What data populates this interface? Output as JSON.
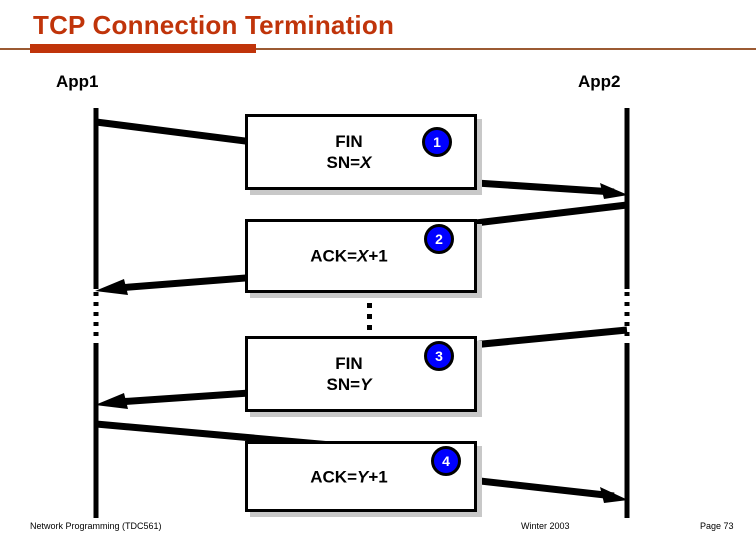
{
  "slide": {
    "title": "TCP Connection Termination",
    "accent_color": "#C0340A",
    "rule_color": "#9B5A33",
    "badge_color": "#0000FF"
  },
  "endpoints": {
    "left_label": "App1",
    "right_label": "App2"
  },
  "messages": [
    {
      "step": "1",
      "line1": "FIN",
      "line2_prefix": "SN=",
      "line2_var": "X",
      "line2_suffix": "",
      "direction": "left-to-right"
    },
    {
      "step": "2",
      "line1": "",
      "line2_prefix": "ACK=",
      "line2_var": "X",
      "line2_suffix": "+1",
      "direction": "right-to-left"
    },
    {
      "step": "3",
      "line1": "FIN",
      "line2_prefix": "SN=",
      "line2_var": "Y",
      "line2_suffix": "",
      "direction": "right-to-left"
    },
    {
      "step": "4",
      "line1": "",
      "line2_prefix": "ACK=",
      "line2_var": "Y",
      "line2_suffix": "+1",
      "direction": "left-to-right"
    }
  ],
  "ellipsis": "⋮",
  "footer": {
    "left": "Network Programming (TDC561)",
    "center": "Winter 2003",
    "right": "Page 73"
  }
}
